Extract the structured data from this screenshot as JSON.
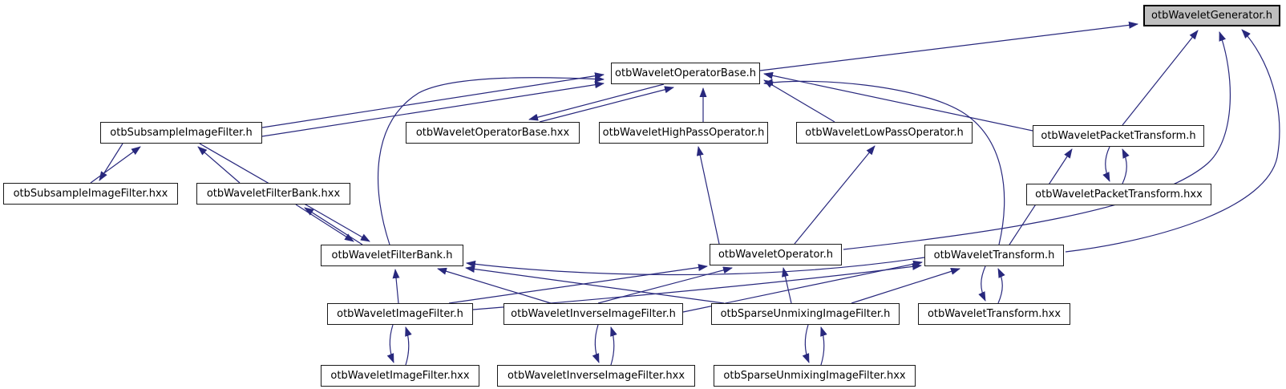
{
  "graph": {
    "description": "Include dependency graph for otbWaveletGenerator.h",
    "accent_color": "#28287d",
    "highlight_fill": "#bfbfbf",
    "nodes": [
      {
        "id": "gen",
        "label": "otbWaveletGenerator.h",
        "highlighted": true
      },
      {
        "id": "opbase",
        "label": "otbWaveletOperatorBase.h",
        "highlighted": false
      },
      {
        "id": "subh",
        "label": "otbSubsampleImageFilter.h",
        "highlighted": false
      },
      {
        "id": "opbasehxx",
        "label": "otbWaveletOperatorBase.hxx",
        "highlighted": false
      },
      {
        "id": "highpass",
        "label": "otbWaveletHighPassOperator.h",
        "highlighted": false
      },
      {
        "id": "lowpass",
        "label": "otbWaveletLowPassOperator.h",
        "highlighted": false
      },
      {
        "id": "packeth",
        "label": "otbWaveletPacketTransform.h",
        "highlighted": false
      },
      {
        "id": "subhxx",
        "label": "otbSubsampleImageFilter.hxx",
        "highlighted": false
      },
      {
        "id": "fbhxx",
        "label": "otbWaveletFilterBank.hxx",
        "highlighted": false
      },
      {
        "id": "packethxx",
        "label": "otbWaveletPacketTransform.hxx",
        "highlighted": false
      },
      {
        "id": "fbh",
        "label": "otbWaveletFilterBank.h",
        "highlighted": false
      },
      {
        "id": "oph",
        "label": "otbWaveletOperator.h",
        "highlighted": false
      },
      {
        "id": "trh",
        "label": "otbWaveletTransform.h",
        "highlighted": false
      },
      {
        "id": "wifh",
        "label": "otbWaveletImageFilter.h",
        "highlighted": false
      },
      {
        "id": "wiifh",
        "label": "otbWaveletInverseImageFilter.h",
        "highlighted": false
      },
      {
        "id": "sparseh",
        "label": "otbSparseUnmixingImageFilter.h",
        "highlighted": false
      },
      {
        "id": "trhxx",
        "label": "otbWaveletTransform.hxx",
        "highlighted": false
      },
      {
        "id": "wifhxx",
        "label": "otbWaveletImageFilter.hxx",
        "highlighted": false
      },
      {
        "id": "wiifhxx",
        "label": "otbWaveletInverseImageFilter.hxx",
        "highlighted": false
      },
      {
        "id": "sparsehxx",
        "label": "otbSparseUnmixingImageFilter.hxx",
        "highlighted": false
      }
    ],
    "edges": [
      {
        "id": "e1",
        "from": "opbase",
        "to": "gen"
      },
      {
        "id": "e2",
        "from": "packeth",
        "to": "gen"
      },
      {
        "id": "e3",
        "from": "oph",
        "to": "gen"
      },
      {
        "id": "e4",
        "from": "trh",
        "to": "gen"
      },
      {
        "id": "e5",
        "from": "subh",
        "to": "opbase"
      },
      {
        "id": "e6",
        "from": "subh",
        "to": "opbase"
      },
      {
        "id": "e7",
        "from": "fbh",
        "to": "opbase"
      },
      {
        "id": "e8",
        "from": "opbase",
        "to": "opbasehxx"
      },
      {
        "id": "e9",
        "from": "opbasehxx",
        "to": "opbase"
      },
      {
        "id": "e10",
        "from": "highpass",
        "to": "opbase"
      },
      {
        "id": "e11",
        "from": "lowpass",
        "to": "opbase"
      },
      {
        "id": "e12",
        "from": "packeth",
        "to": "opbase"
      },
      {
        "id": "e13",
        "from": "trh",
        "to": "opbase"
      },
      {
        "id": "e14",
        "from": "subh",
        "to": "subhxx"
      },
      {
        "id": "e15",
        "from": "subhxx",
        "to": "subh"
      },
      {
        "id": "e16",
        "from": "fbhxx",
        "to": "subh"
      },
      {
        "id": "e17",
        "from": "subh",
        "to": "fbh"
      },
      {
        "id": "e18",
        "from": "fbhxx",
        "to": "fbh"
      },
      {
        "id": "e19",
        "from": "fbh",
        "to": "fbhxx"
      },
      {
        "id": "e20",
        "from": "wifh",
        "to": "fbh"
      },
      {
        "id": "e21",
        "from": "wiifh",
        "to": "fbh"
      },
      {
        "id": "e22",
        "from": "sparseh",
        "to": "fbh"
      },
      {
        "id": "e23",
        "from": "trh",
        "to": "fbh"
      },
      {
        "id": "e24",
        "from": "trhxx",
        "to": "trh"
      },
      {
        "id": "e25",
        "from": "trh",
        "to": "trhxx"
      },
      {
        "id": "e26",
        "from": "wifh",
        "to": "trh"
      },
      {
        "id": "e27",
        "from": "wiifh",
        "to": "trh"
      },
      {
        "id": "e28",
        "from": "sparseh",
        "to": "trh"
      },
      {
        "id": "e29",
        "from": "wifh",
        "to": "oph"
      },
      {
        "id": "e30",
        "from": "wiifh",
        "to": "oph"
      },
      {
        "id": "e31",
        "from": "sparseh",
        "to": "oph"
      },
      {
        "id": "e32",
        "from": "oph",
        "to": "highpass"
      },
      {
        "id": "e33",
        "from": "oph",
        "to": "lowpass"
      },
      {
        "id": "e34",
        "from": "trh",
        "to": "packeth"
      },
      {
        "id": "e35",
        "from": "packeth",
        "to": "packethxx"
      },
      {
        "id": "e36",
        "from": "packethxx",
        "to": "packeth"
      },
      {
        "id": "e37",
        "from": "wifh",
        "to": "wifhxx"
      },
      {
        "id": "e38",
        "from": "wifhxx",
        "to": "wifh"
      },
      {
        "id": "e39",
        "from": "wiifh",
        "to": "wiifhxx"
      },
      {
        "id": "e40",
        "from": "wiifhxx",
        "to": "wiifh"
      },
      {
        "id": "e41",
        "from": "sparseh",
        "to": "sparsehxx"
      },
      {
        "id": "e42",
        "from": "sparsehxx",
        "to": "sparseh"
      }
    ]
  }
}
